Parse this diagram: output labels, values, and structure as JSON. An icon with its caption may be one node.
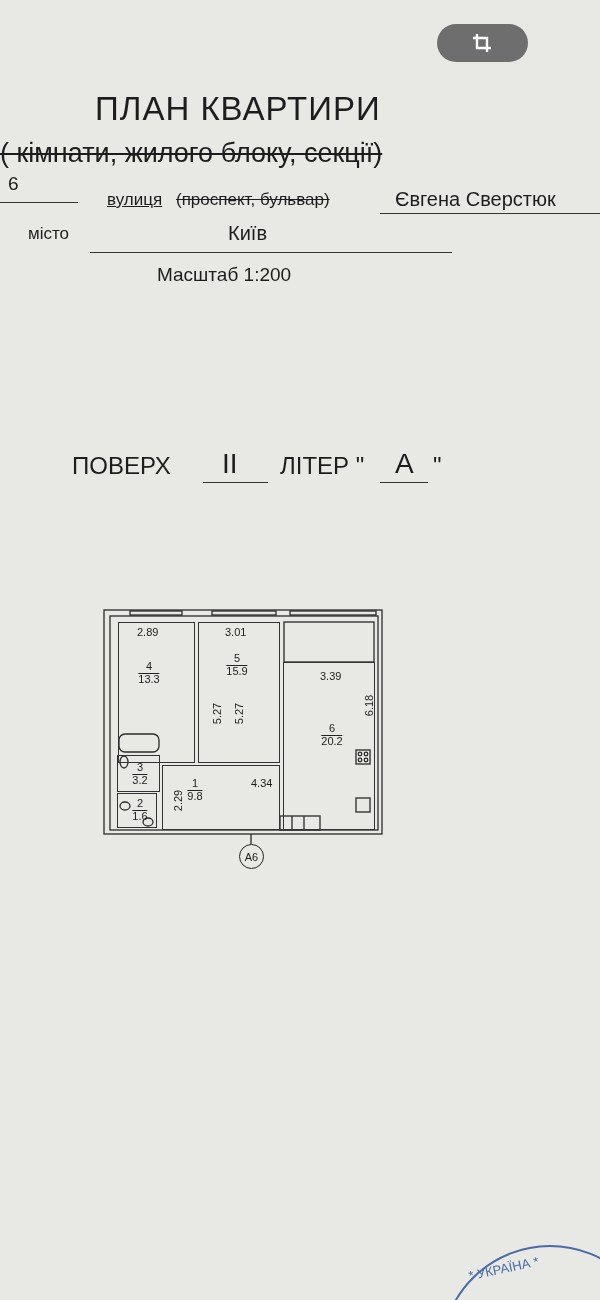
{
  "diagram": {
    "title": "ПЛАН КВАРТИРИ",
    "nodes": [
      {
        "text": [
          "4",
          "13.3"
        ]
      },
      {
        "text": [
          "5",
          "15.9"
        ]
      },
      {
        "text": [
          "6",
          "20.2"
        ]
      },
      {
        "text": [
          "3",
          "3.2"
        ]
      },
      {
        "text": [
          "1",
          "9.8"
        ]
      },
      {
        "text": [
          "2",
          "1.6"
        ]
      },
      {
        "text": [
          "А6"
        ]
      }
    ],
    "labels": [
      "( кімнати, жилого блоку, секції)",
      "6",
      "вулиця",
      "(проспект, бульвар)",
      "Євгена Сверстюк",
      "місто",
      "Київ",
      "Масштаб 1:200",
      "ПОВЕРХ",
      "II",
      "ЛІТЕР \"",
      "А",
      "\"",
      "2.89",
      "3.01",
      "3.39",
      "5.27",
      "5.27",
      "6.18",
      "4.34",
      "2.29",
      "* УКРАЇНА *"
    ]
  }
}
